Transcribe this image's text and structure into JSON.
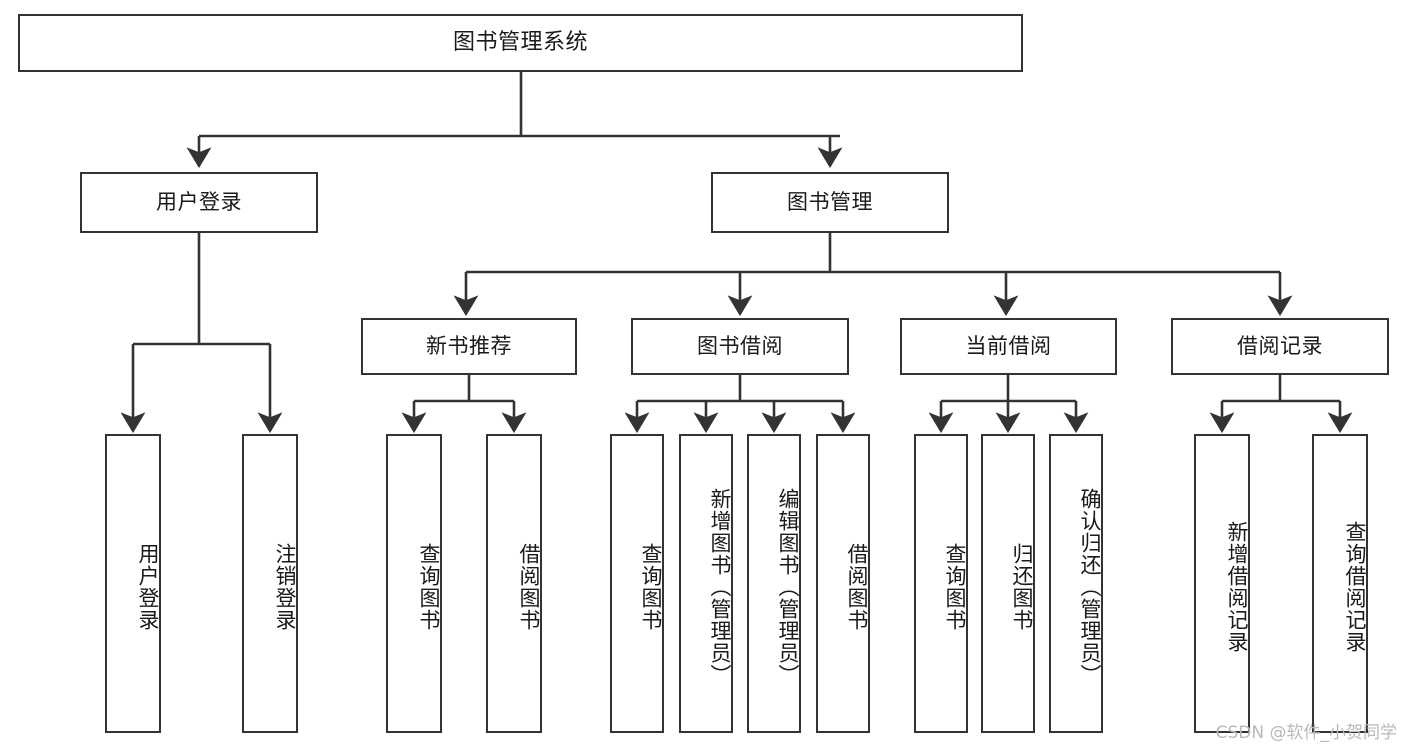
{
  "diagram": {
    "title": "图书管理系统",
    "type": "tree-hierarchy",
    "watermark": "CSDN @软件_小贺同学",
    "colors": {
      "box_border": "#333333",
      "box_fill": "#ffffff",
      "edge": "#333333",
      "text": "#1a1a1a",
      "watermark": "#b9b9b9",
      "background": "#ffffff"
    },
    "root": {
      "label": "图书管理系统"
    },
    "level2": [
      {
        "label": "用户登录"
      },
      {
        "label": "图书管理"
      }
    ],
    "level3": [
      {
        "label": "新书推荐"
      },
      {
        "label": "图书借阅"
      },
      {
        "label": "当前借阅"
      },
      {
        "label": "借阅记录"
      }
    ],
    "leaves": {
      "user_login": [
        {
          "label": "用户登录"
        },
        {
          "label": "注销登录"
        }
      ],
      "new_book": [
        {
          "label": "查询图书"
        },
        {
          "label": "借阅图书"
        }
      ],
      "book_borrow": [
        {
          "label": "查询图书"
        },
        {
          "label": "新增图书（管理员）"
        },
        {
          "label": "编辑图书（管理员）"
        },
        {
          "label": "借阅图书"
        }
      ],
      "current_borrow": [
        {
          "label": "查询图书"
        },
        {
          "label": "归还图书"
        },
        {
          "label": "确认归还（管理员）"
        }
      ],
      "borrow_record": [
        {
          "label": "新增借阅记录"
        },
        {
          "label": "查询借阅记录"
        }
      ]
    }
  }
}
